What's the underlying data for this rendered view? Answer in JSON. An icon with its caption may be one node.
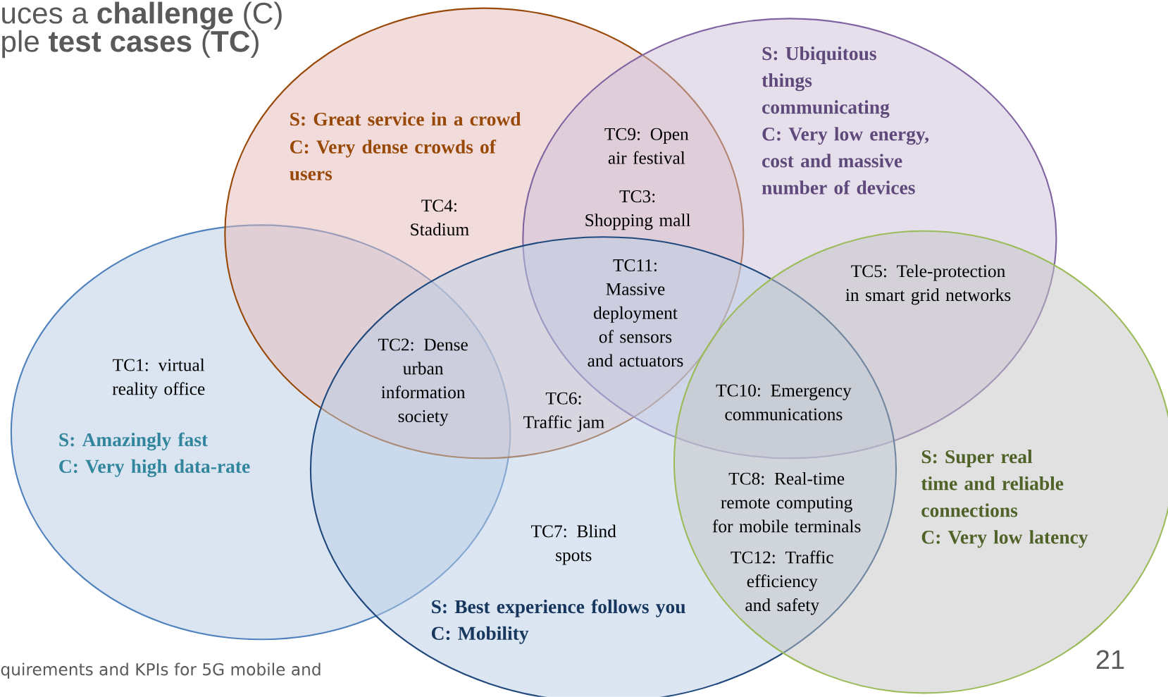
{
  "diagram": {
    "nodes": [
      {
        "text": [
          "S: Amazingly fast",
          "C: Very high data-rate"
        ]
      },
      {
        "text": [
          "S: Great service in a crowd",
          "C: Very dense crowds of users"
        ]
      },
      {
        "text": [
          "S: Ubiquitous things communicating",
          "C: Very low energy, cost and massive number of devices"
        ]
      },
      {
        "text": [
          "S: Best experience follows you",
          "C: Mobility"
        ]
      },
      {
        "text": [
          "S: Super real time and reliable connections",
          "C: Very low latency"
        ]
      }
    ],
    "labels": [
      "uces a **challenge** (C)",
      "ple **test cases** (**TC**)",
      "TC9: Open air festival",
      "TC4: Stadium",
      "TC3: Shopping mall",
      "TC11: Massive deployment of sensors and actuators",
      "TC5: Tele-protection in smart grid networks",
      "TC1: virtual reality office",
      "TC2: Dense urban information society",
      "TC6: Traffic jam",
      "TC10: Emergency communications",
      "TC8: Real-time remote computing for mobile terminals",
      "TC7: Blind spots",
      "TC12: Traffic efficiency and safety",
      "quirements and KPIs for 5G mobile and",
      "21"
    ]
  }
}
